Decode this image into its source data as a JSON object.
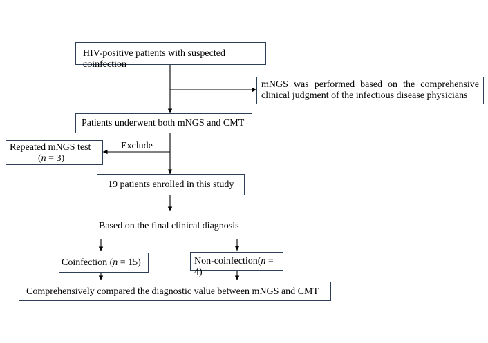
{
  "flowchart": {
    "start": "HIV-positive patients with suspected coinfection",
    "side_note": {
      "line1": "mNGS was performed based on the comprehensive",
      "line2": "clinical judgment of the infectious disease physicians"
    },
    "both_tests": "Patients underwent both mNGS and CMT",
    "exclude_label": "Exclude",
    "excluded": {
      "line1": "Repeated mNGS test",
      "n_open": "(",
      "n_var": "n",
      "n_value": " = 3)"
    },
    "enrolled": "19 patients enrolled in this study",
    "diagnosis": "Based on the final clinical diagnosis",
    "coinfection": {
      "label": "Coinfection (",
      "n_var": "n",
      "n_value": " = 15)"
    },
    "non_coinfection": {
      "label": "Non-coinfection(",
      "n_var": "n",
      "n_value": " = 4)"
    },
    "comparison": "Comprehensively compared the diagnostic value between mNGS and CMT"
  },
  "colors": {
    "box_border": "#2d3e57",
    "arrow": "#000000"
  }
}
